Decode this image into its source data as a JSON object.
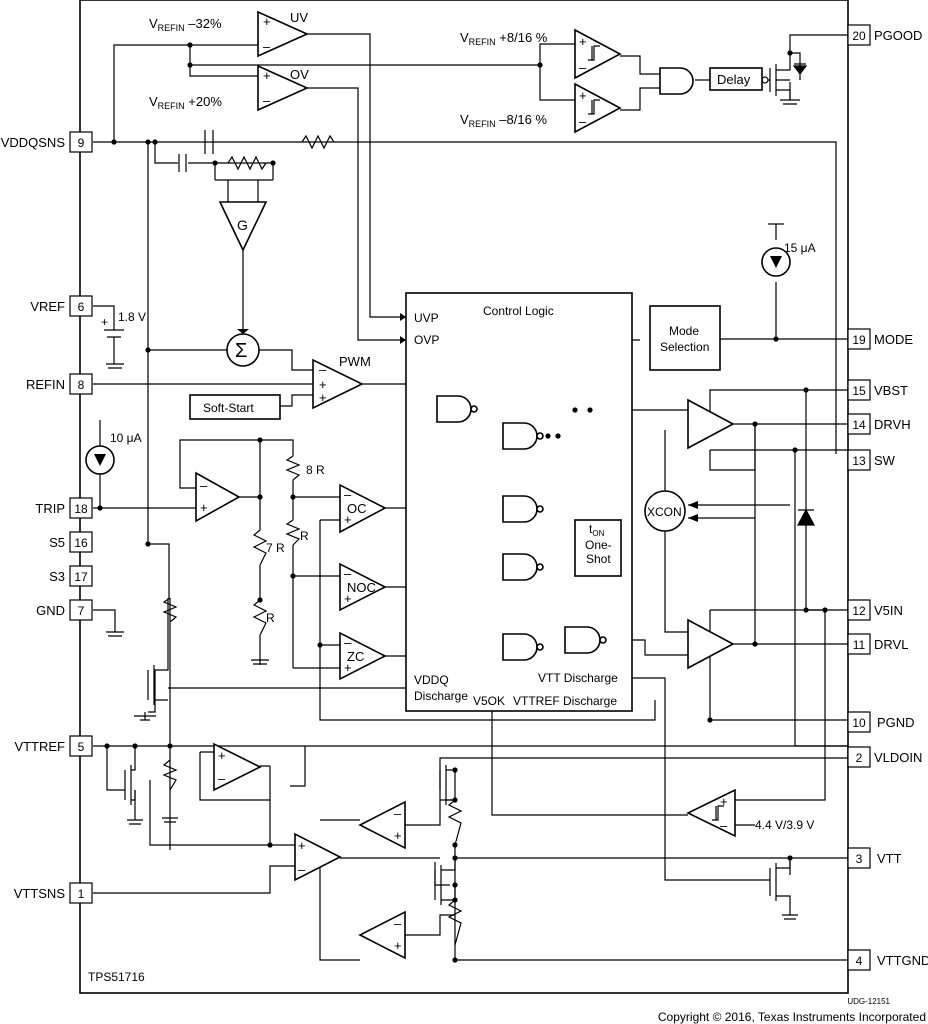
{
  "part": {
    "name": "TPS51716",
    "drawing_id": "UDG-12151",
    "copyright": "Copyright © 2016, Texas Instruments Incorporated"
  },
  "pins": {
    "vddqsns": {
      "num": "9",
      "name": "VDDQSNS"
    },
    "vref": {
      "num": "6",
      "name": "VREF"
    },
    "refin": {
      "num": "8",
      "name": "REFIN"
    },
    "trip": {
      "num": "18",
      "name": "TRIP"
    },
    "s5": {
      "num": "16",
      "name": "S5"
    },
    "s3": {
      "num": "17",
      "name": "S3"
    },
    "gnd": {
      "num": "7",
      "name": "GND"
    },
    "vttref": {
      "num": "5",
      "name": "VTTREF"
    },
    "vttsns": {
      "num": "1",
      "name": "VTTSNS"
    },
    "pgood": {
      "num": "20",
      "name": "PGOOD"
    },
    "mode": {
      "num": "19",
      "name": "MODE"
    },
    "vbst": {
      "num": "15",
      "name": "VBST"
    },
    "drvh": {
      "num": "14",
      "name": "DRVH"
    },
    "sw": {
      "num": "13",
      "name": "SW"
    },
    "v5in": {
      "num": "12",
      "name": "V5IN"
    },
    "drvl": {
      "num": "11",
      "name": "DRVL"
    },
    "pgnd": {
      "num": "10",
      "name": "PGND"
    },
    "vldoin": {
      "num": "2",
      "name": "VLDOIN"
    },
    "vtt": {
      "num": "3",
      "name": "VTT"
    },
    "vttgnd": {
      "num": "4",
      "name": "VTTGND"
    }
  },
  "labels": {
    "uv_thresh_pre": "V",
    "uv_thresh_sub": "REFIN",
    "uv_thresh_post": " –32%",
    "ov_thresh_pre": "V",
    "ov_thresh_sub": "REFIN",
    "ov_thresh_post": " +20%",
    "pg_hi_pre": "V",
    "pg_hi_sub": "REFIN",
    "pg_hi_post": " +8/16 %",
    "pg_lo_pre": "V",
    "pg_lo_sub": "REFIN",
    "pg_lo_post": " –8/16 %",
    "uv": "UV",
    "ov": "OV",
    "delay": "Delay",
    "g": "G",
    "sigma": "Σ",
    "pwm": "PWM",
    "soft_start": "Soft-Start",
    "vref_v": "1.8 V",
    "trip_i": "10 μA",
    "mode_i": "15 μA",
    "r8": "8 R",
    "r_mid": "R",
    "r7": "7 R",
    "r_bot": "R",
    "oc": "OC",
    "noc": "NOC",
    "zc": "ZC",
    "control_logic": "Control Logic",
    "uvp": "UVP",
    "ovp": "OVP",
    "vddq_dis_1": "VDDQ",
    "vddq_dis_2": "Discharge",
    "v5ok": "V5OK",
    "vttref_dis": "VTTREF Discharge",
    "vtt_dis": "VTT Discharge",
    "ton_t": "t",
    "ton_sub": "ON",
    "one": "One-",
    "shot": "Shot",
    "mode_sel_1": "Mode",
    "mode_sel_2": "Selection",
    "xcon": "XCON",
    "v5_thresh": "4.4 V/3.9 V",
    "plus": "+",
    "minus": "–"
  }
}
